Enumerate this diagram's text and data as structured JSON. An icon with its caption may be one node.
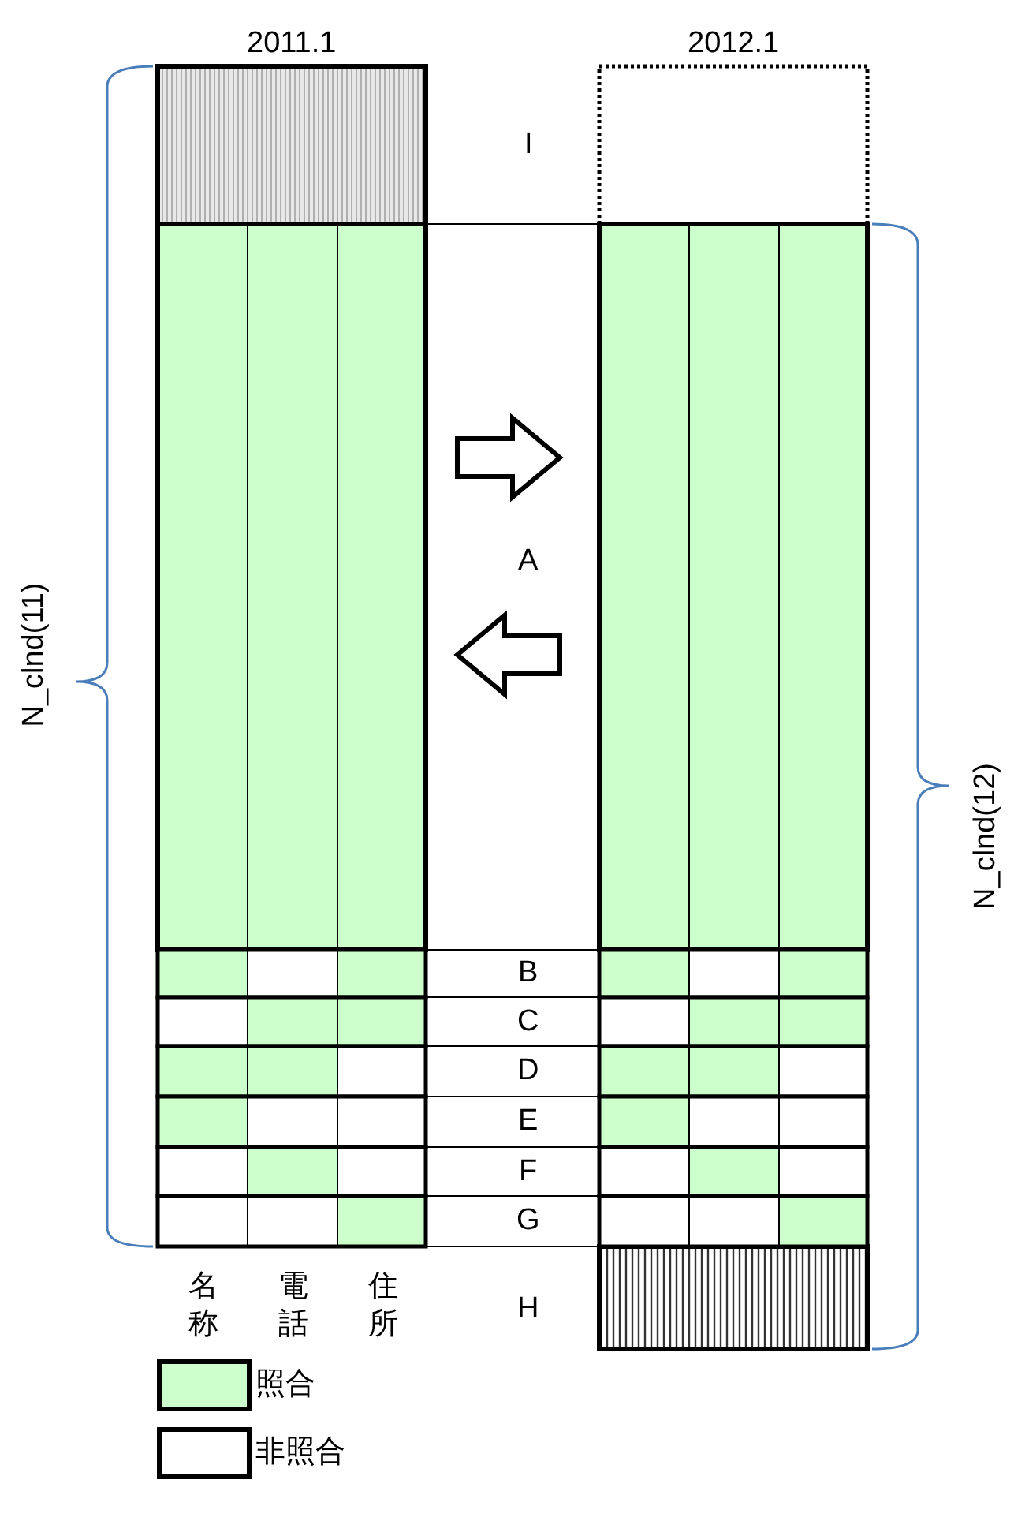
{
  "diagram": {
    "nodes": [
      {
        "text": [],
        "shape": "box"
      },
      {
        "text": [],
        "shape": "box"
      },
      {
        "text": [],
        "shape": "box"
      }
    ],
    "labels": [
      "2011.1",
      "2012.1",
      "I",
      "A",
      "N_clnd(11)",
      "N_clnd(12)",
      "B",
      "C",
      "D",
      "E",
      "F",
      "G",
      "名称",
      "電話",
      "住所",
      "H"
    ],
    "legend": [
      {
        "text": "照合",
        "color": "#ccffcc"
      },
      {
        "text": "非照合",
        "color": "#ffffff"
      }
    ]
  }
}
